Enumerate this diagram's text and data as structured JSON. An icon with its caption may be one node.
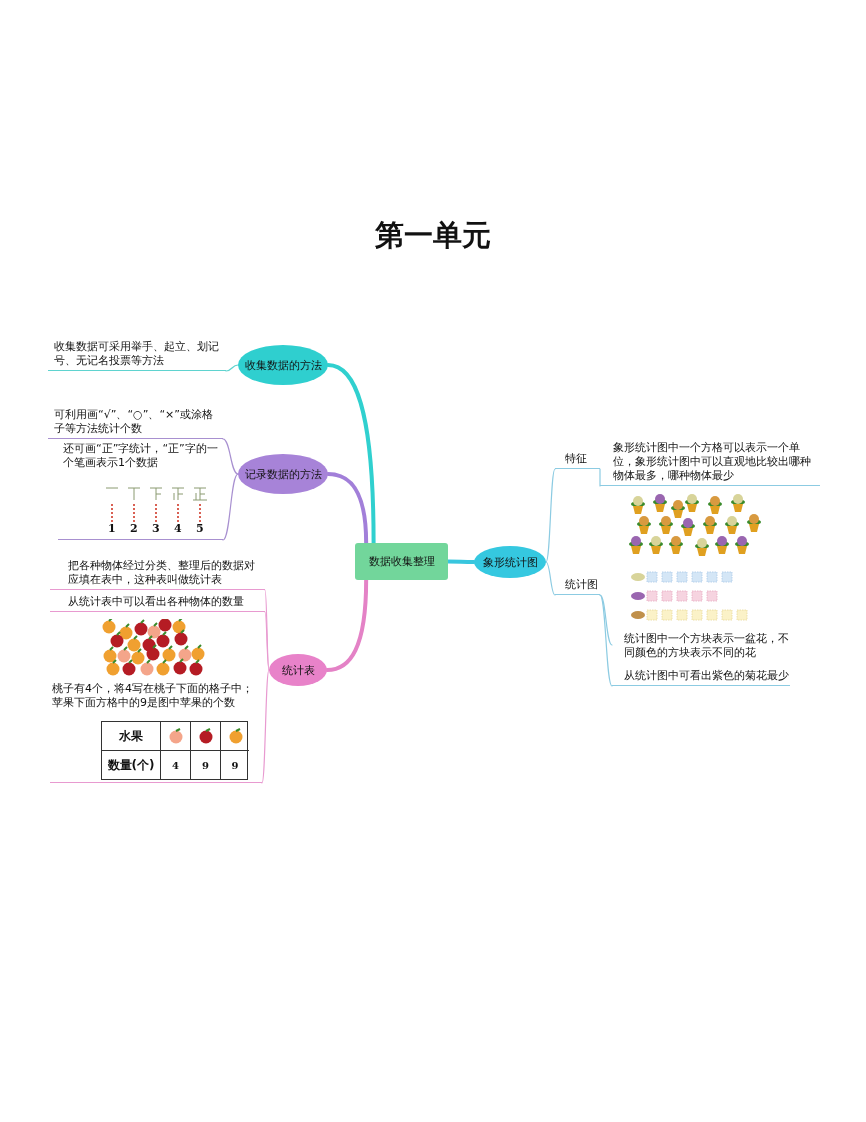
{
  "diagram": {
    "title": "第一单元",
    "nodes": [
      {
        "text": [
          "数据收集整理"
        ]
      },
      {
        "text": [
          "收集数据的方法"
        ]
      },
      {
        "text": [
          "收集数据可采用举手、起立、划记号、无记名投票等方法"
        ]
      },
      {
        "text": [
          "记录数据的方法"
        ]
      },
      {
        "text": [
          "可利用画“√”、“○”、“×”或涂格子等方法统计个数"
        ]
      },
      {
        "text": [
          "还可画“正”字统计，“正”字的一个笔画表示1个数据"
        ]
      },
      {
        "text": [
          "统计表"
        ]
      },
      {
        "text": [
          "把各种物体经过分类、整理后的数据对应填在表中，这种表叫做统计表"
        ]
      },
      {
        "text": [
          "从统计表中可以看出各种物体的数量"
        ]
      },
      {
        "text": [
          "桃子有4个，将4写在桃子下面的格子中；苹果下面方格中的9是图中苹果的个数"
        ]
      },
      {
        "text": [
          "象形统计图"
        ]
      },
      {
        "text": [
          "特征"
        ]
      },
      {
        "text": [
          "象形统计图中一个方格可以表示一个单位，象形统计图中可以直观地比较出哪种物体最多，哪种物体最少"
        ]
      },
      {
        "text": [
          "统计图"
        ]
      },
      {
        "text": [
          "统计图中一个方块表示一盆花，不同颜色的方块表示不同的花"
        ]
      },
      {
        "text": [
          "从统计图中可看出紫色的菊花最少"
        ]
      }
    ],
    "edges": [
      {
        "from": 0,
        "to": 1,
        "arrow": "none",
        "style": "thick",
        "color": "#30d0cf"
      },
      {
        "from": 1,
        "to": 2,
        "arrow": "none",
        "color": "#5fd3cf"
      },
      {
        "from": 0,
        "to": 3,
        "arrow": "none",
        "style": "thick",
        "color": "#a27fd9"
      },
      {
        "from": 3,
        "to": 4,
        "arrow": "none",
        "color": "#a890d0"
      },
      {
        "from": 3,
        "to": 5,
        "arrow": "none",
        "color": "#a890d0"
      },
      {
        "from": 0,
        "to": 6,
        "arrow": "none",
        "style": "thick",
        "color": "#e482c6"
      },
      {
        "from": 6,
        "to": 7,
        "arrow": "none",
        "color": "#e89ad0"
      },
      {
        "from": 6,
        "to": 8,
        "arrow": "none",
        "color": "#e89ad0"
      },
      {
        "from": 6,
        "to": 9,
        "arrow": "none",
        "color": "#e89ad0"
      },
      {
        "from": 0,
        "to": 10,
        "arrow": "none",
        "style": "thick",
        "color": "#38c6de"
      },
      {
        "from": 10,
        "to": 11,
        "arrow": "none",
        "color": "#8ccbe2"
      },
      {
        "from": 11,
        "to": 12,
        "arrow": "none",
        "color": "#8ccbe2"
      },
      {
        "from": 10,
        "to": 13,
        "arrow": "none",
        "color": "#8ccbe2"
      },
      {
        "from": 13,
        "to": 14,
        "arrow": "none",
        "color": "#8ccbe2"
      },
      {
        "from": 13,
        "to": 15,
        "arrow": "none",
        "color": "#8ccbe2"
      }
    ],
    "labels": [
      "1",
      "2",
      "3",
      "4",
      "5",
      "水果",
      "数量(个)",
      "4",
      "9",
      "9"
    ]
  }
}
